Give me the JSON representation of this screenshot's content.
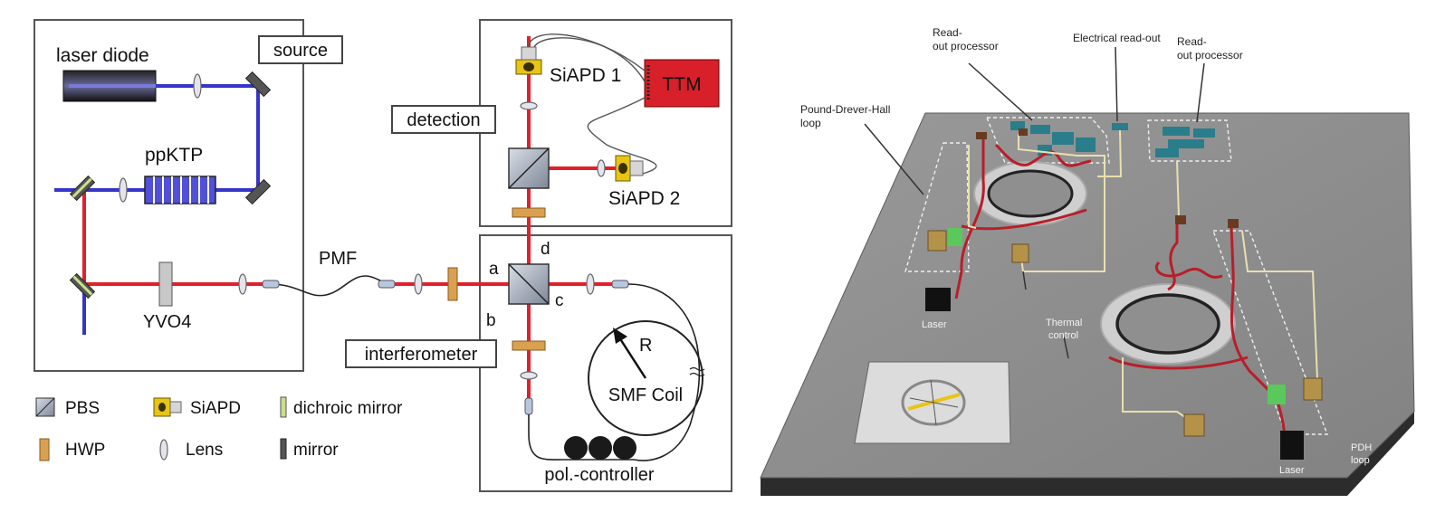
{
  "left_diagram": {
    "boxes": {
      "source": "source",
      "detection": "detection",
      "interferometer": "interferometer"
    },
    "labels": {
      "laser_diode": "laser diode",
      "ppktp": "ppKTP",
      "yvo4": "YVO4",
      "pmf": "PMF",
      "siapd1": "SiAPD 1",
      "siapd2": "SiAPD 2",
      "ttm": "TTM",
      "port_a": "a",
      "port_b": "b",
      "port_c": "c",
      "port_d": "d",
      "radius": "R",
      "smf_coil": "SMF Coil",
      "pol_controller": "pol.-controller"
    },
    "legend": {
      "pbs": "PBS",
      "siapd": "SiAPD",
      "dichroic": "dichroic mirror",
      "hwp": "HWP",
      "lens": "Lens",
      "mirror": "mirror"
    }
  },
  "right_diagram": {
    "labels": {
      "readout_left": [
        "Read-",
        "out processor"
      ],
      "electrical_readout": "Electrical read-out",
      "readout_right": [
        "Read-",
        "out processor"
      ],
      "pdh_loop_left": [
        "Pound-Drever-Hall",
        "loop"
      ],
      "laser_left": "Laser",
      "thermal_control": [
        "Thermal",
        "control"
      ],
      "laser_right": "Laser",
      "pdh_loop_right": [
        "PDH",
        "loop"
      ]
    }
  },
  "colors": {
    "beam_red": "#e0202a",
    "beam_blue": "#3535c8",
    "ttm_red": "#d8202a",
    "apd_yellow": "#e8c414",
    "hwp_orange": "#d9a050",
    "chip_gray": "#8c8c8c",
    "waveguide": "#b81e2a",
    "trace": "#e9dfb0"
  }
}
